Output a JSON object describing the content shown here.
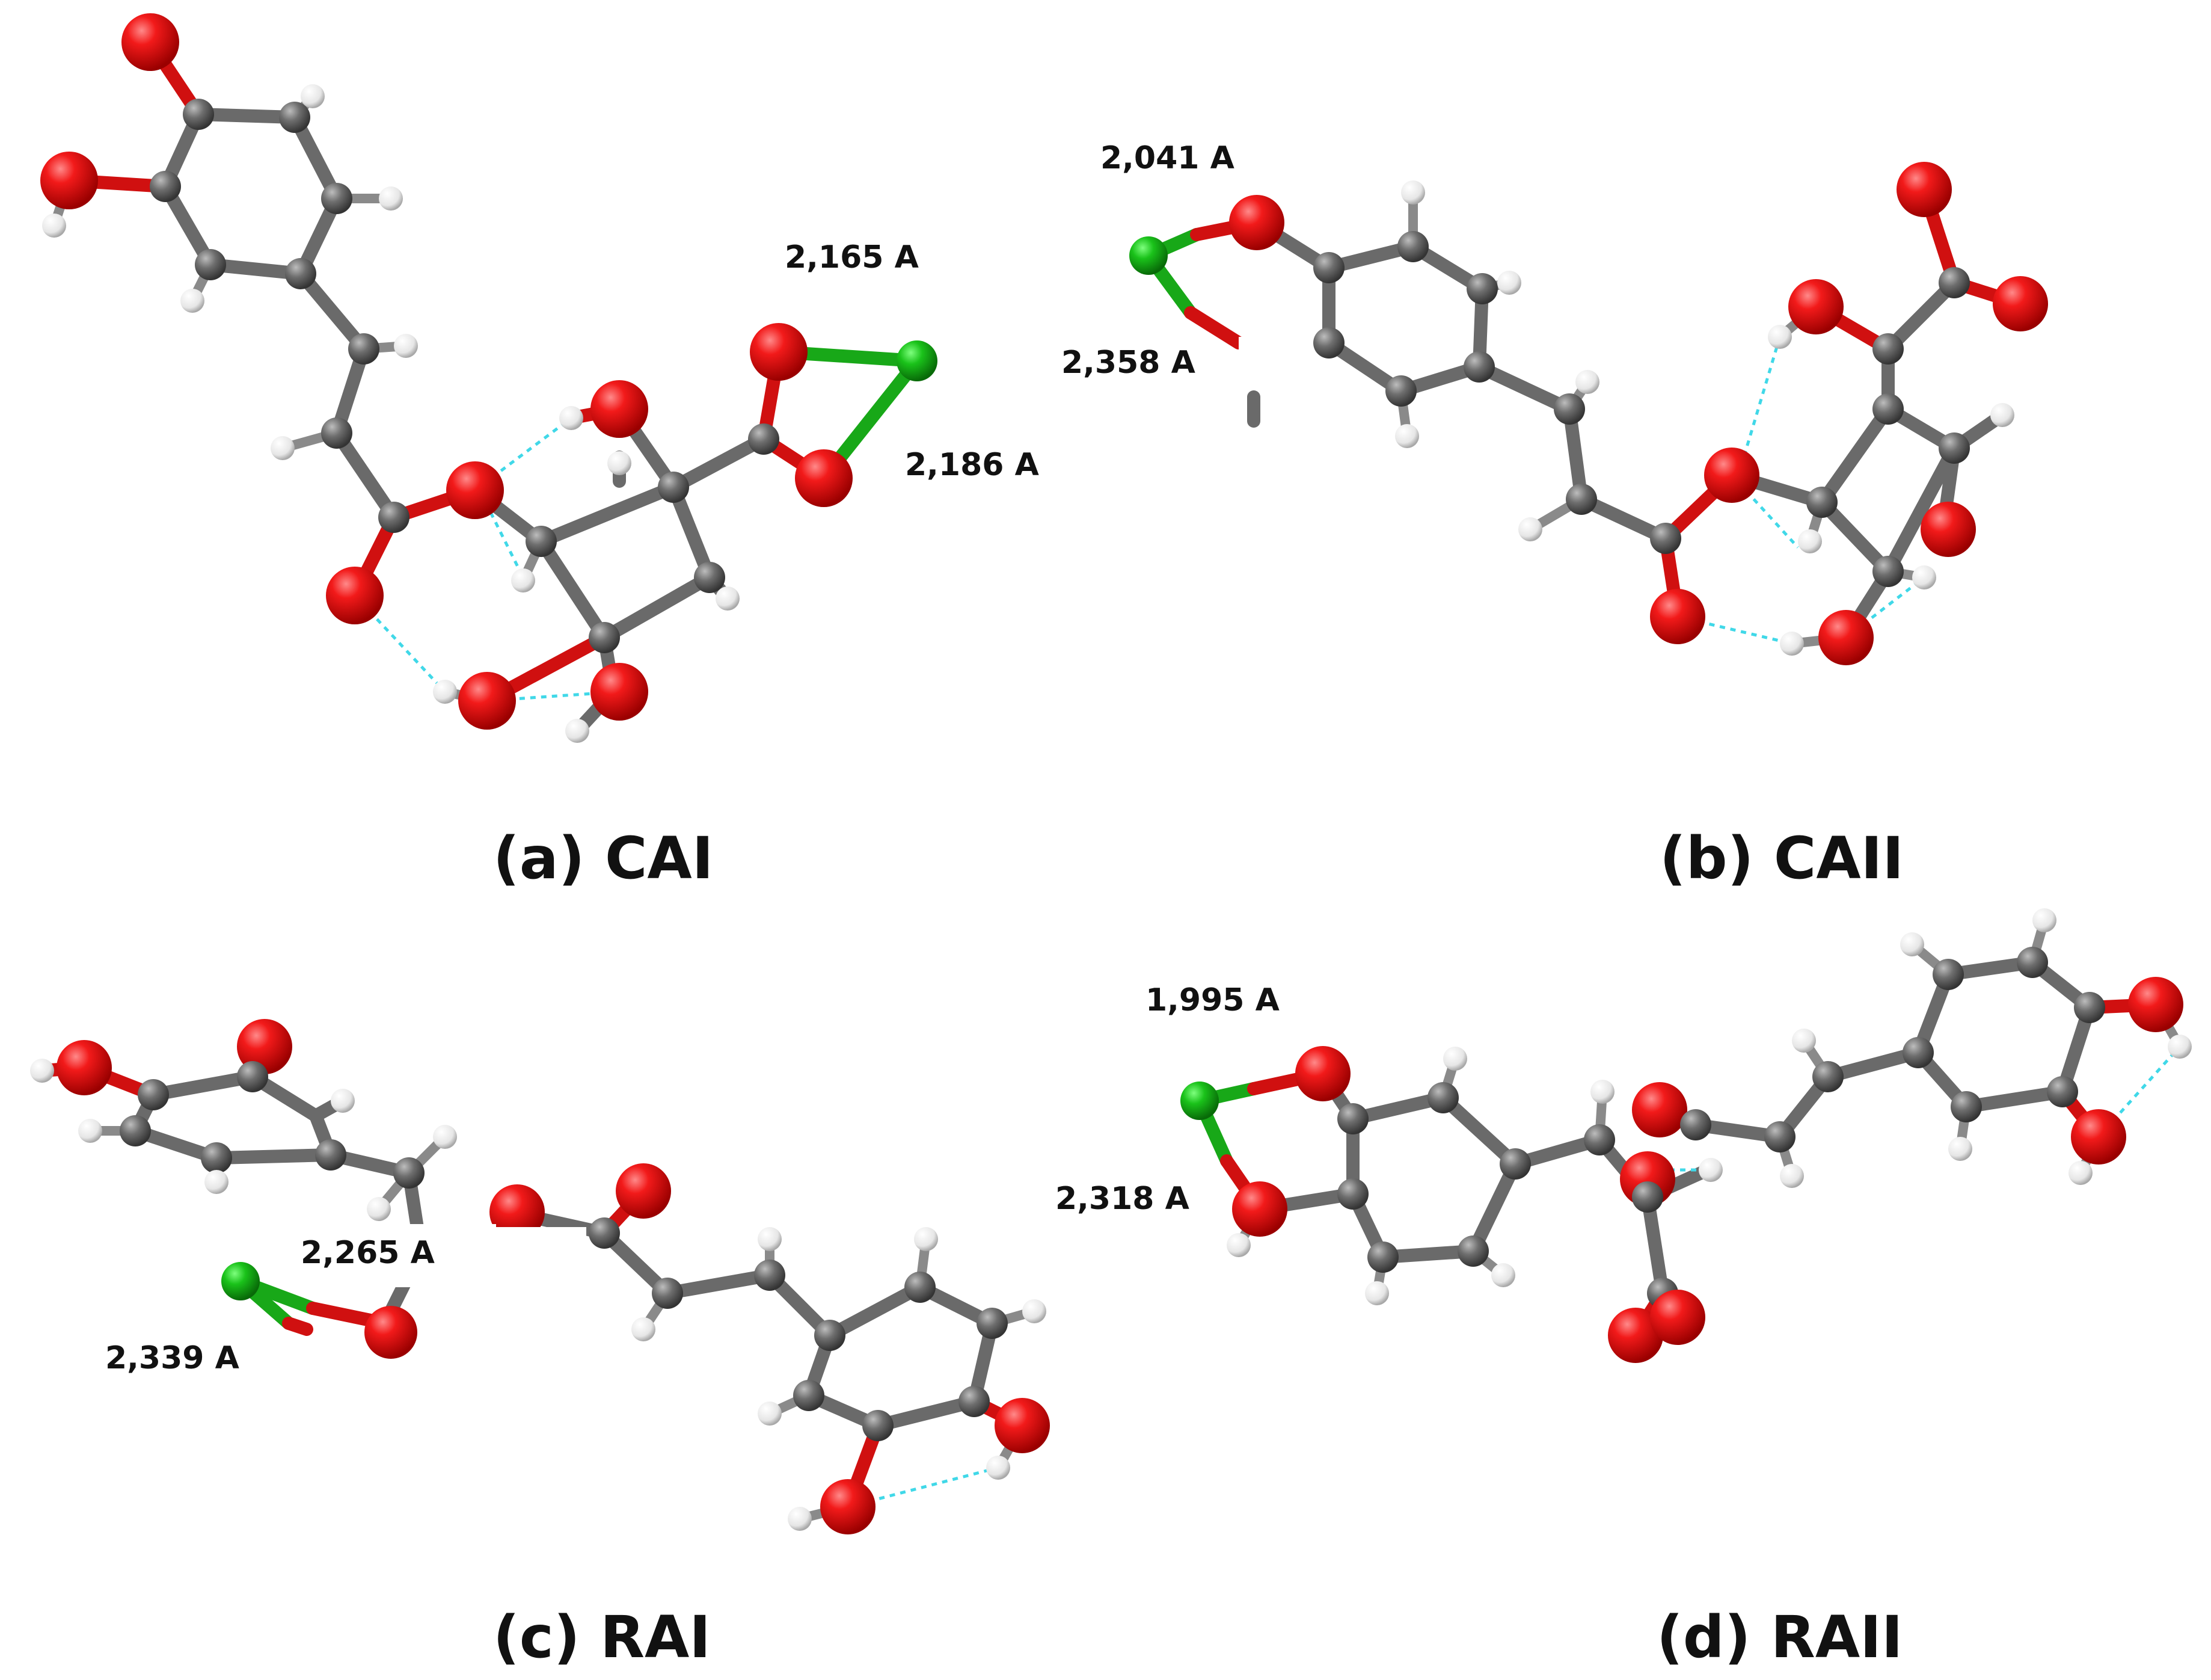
{
  "panels": [
    {
      "id": "a",
      "caption": "(a) CAI",
      "distances": [
        "2,165 A",
        "2,186 A"
      ]
    },
    {
      "id": "b",
      "caption": "(b) CAII",
      "distances": [
        "2,041 A",
        "2,358 A"
      ]
    },
    {
      "id": "c",
      "caption": "(c) RAI",
      "distances": [
        "2,265 A",
        "2,339 A"
      ]
    },
    {
      "id": "d",
      "caption": "(d) RAII",
      "distances": [
        "1,995 A",
        "2,318 A"
      ]
    }
  ],
  "colors": {
    "carbon": "#6a6a6a",
    "oxygen": "#e01010",
    "hydrogen": "#f2f2f2",
    "chlorine": "#16b016",
    "hydrogen_bond": "#40d8e8"
  }
}
